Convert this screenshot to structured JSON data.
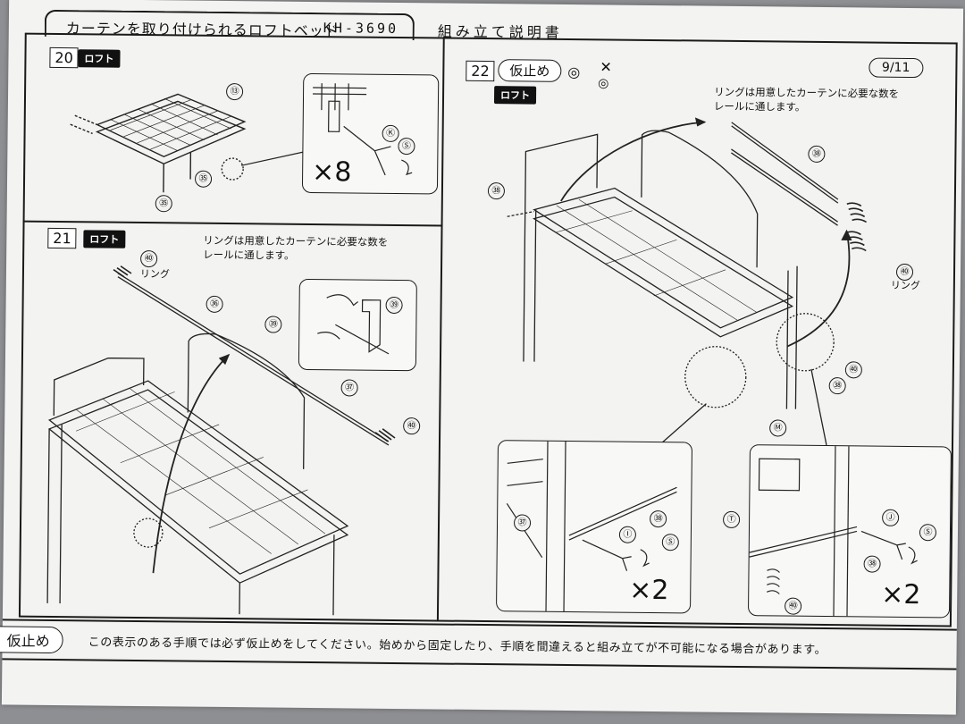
{
  "header": {
    "title": "カーテンを取り付けられるロフトベッド",
    "model": "KH-3690",
    "manual_label": "組み立て説明書",
    "page": "9/11"
  },
  "steps": [
    {
      "number": "20",
      "badge": "ロフト",
      "parts": [
        "⑬",
        "Ⓚ",
        "Ⓢ",
        "㉟",
        "㉟"
      ],
      "multiplier": "×8"
    },
    {
      "number": "21",
      "badge": "ロフト",
      "note_line1": "リングは用意したカーテンに必要な数を",
      "note_line2": "レールに通します。",
      "ring_label": "リング",
      "parts": [
        "㊵",
        "㊱",
        "㊴",
        "㊲",
        "㊵",
        "㊴"
      ]
    },
    {
      "number": "22",
      "badge": "ロフト",
      "karidome": "仮止め",
      "note_line1": "リングは用意したカーテンに必要な数を",
      "note_line2": "レールに通します。",
      "ring_label": "リング",
      "parts": [
        "㊳",
        "㊳",
        "㊵",
        "㊵",
        "㊳",
        "㊲",
        "Ⓘ",
        "Ⓢ",
        "㊳",
        "Ⓜ",
        "Ⓣ",
        "Ⓙ",
        "Ⓢ",
        "㊳",
        "㊵"
      ],
      "multiplier_left": "×2",
      "multiplier_right": "×2"
    }
  ],
  "footer": {
    "tag": "仮止め",
    "text": "この表示のある手順では必ず仮止めをしてください。始めから固定したり、手順を間違えると組み立てが不可能になる場合があります。"
  }
}
